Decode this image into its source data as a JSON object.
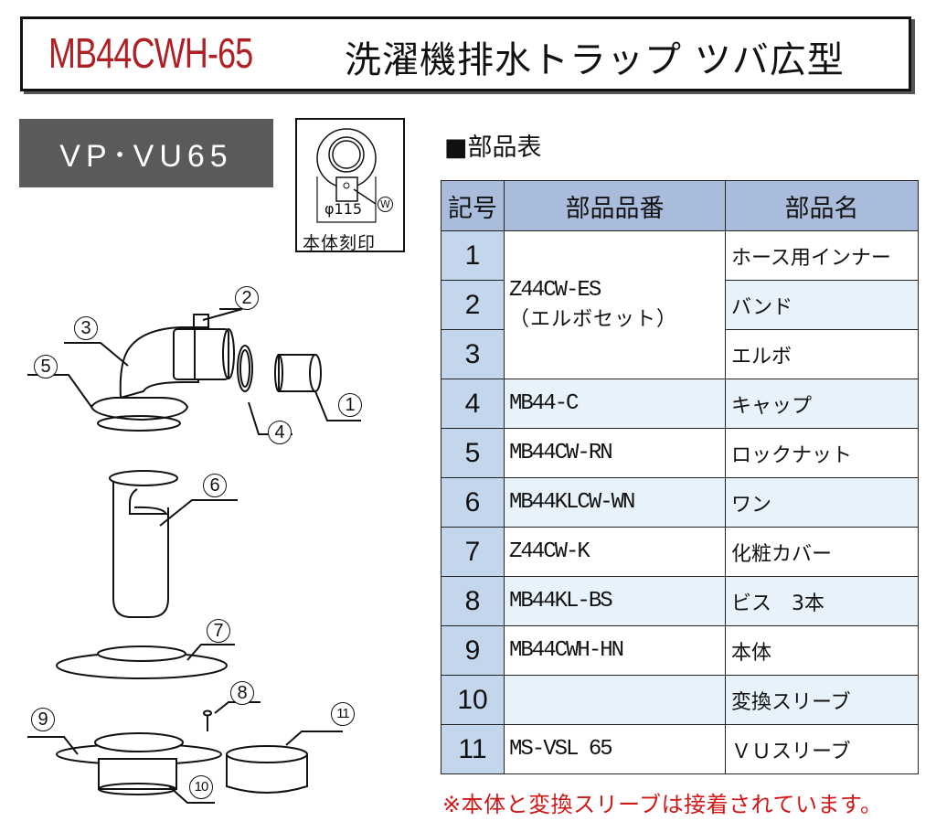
{
  "header": {
    "model_code": "MB44CWH-65",
    "product_name": "洗濯機排水トラップ ツバ広型"
  },
  "pipe_spec": {
    "label": "VP･VU65"
  },
  "body_stamp": {
    "diameter": "φ115",
    "mark": "W",
    "label": "本体刻印"
  },
  "parts_table": {
    "heading": "■部品表",
    "columns": [
      "記号",
      "部品品番",
      "部品名"
    ],
    "rows": [
      {
        "num": "1",
        "code": "Z44CW-ES",
        "code_sub": "（エルボセット）",
        "name": "ホース用インナー"
      },
      {
        "num": "2",
        "code": "",
        "name": "バンド"
      },
      {
        "num": "3",
        "code": "",
        "name": "エルボ"
      },
      {
        "num": "4",
        "code": "MB44-C",
        "name": "キャップ"
      },
      {
        "num": "5",
        "code": "MB44CW-RN",
        "name": "ロックナット"
      },
      {
        "num": "6",
        "code": "MB44KLCW-WN",
        "name": "ワン"
      },
      {
        "num": "7",
        "code": "Z44CW-K",
        "name": "化粧カバー"
      },
      {
        "num": "8",
        "code": "MB44KL-BS",
        "name": "ビス　3本"
      },
      {
        "num": "9",
        "code": "MB44CWH-HN",
        "name": "本体"
      },
      {
        "num": "10",
        "code": "",
        "name": "変換スリーブ"
      },
      {
        "num": "11",
        "code": "MS-VSL 65",
        "name": "ＶＵスリーブ"
      }
    ],
    "note": "※本体と変換スリーブは接着されています。"
  },
  "diagram": {
    "callouts": [
      "1",
      "2",
      "3",
      "4",
      "5",
      "6",
      "7",
      "8",
      "9",
      "10",
      "11"
    ]
  },
  "colors": {
    "model_code": "#b01f24",
    "note": "#d01818",
    "header_row": "#a9bcdc",
    "num_col": "#c3d6ec",
    "alt_row": "#e8f2fa",
    "badge": "#5a5a5a"
  }
}
